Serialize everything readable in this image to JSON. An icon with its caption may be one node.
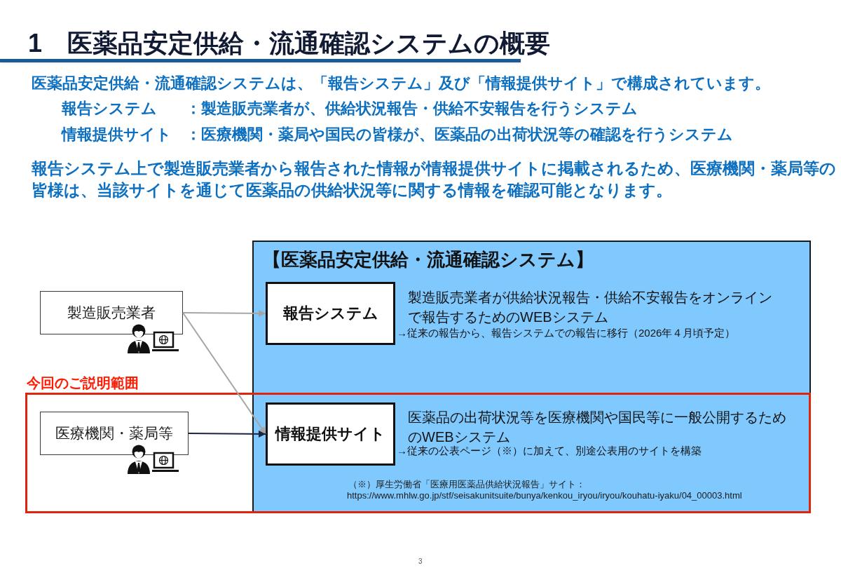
{
  "diagram": {
    "title": "1　医薬品安定供給・流通確認システムの概要",
    "nodes": [
      {
        "text": [
          "製造販売業者"
        ]
      },
      {
        "text": [
          "【医薬品安定供給・流通確認システム】"
        ]
      },
      {
        "text": [
          "報告システム"
        ],
        "in": 1,
        "beside": [
          "製造販売業者が供給状況報告・供給不安報告をオンラインで報告するためのWEBシステム",
          "→従来の報告から、報告システムでの報告に移行（2026年４月頃予定）"
        ]
      },
      {
        "text": [
          "今回のご説明範囲"
        ]
      },
      {
        "text": [
          "医療機関・薬局等"
        ],
        "in": 3
      },
      {
        "text": [
          "情報提供サイト"
        ],
        "beside": [
          "医薬品の出荷状況等を医療機関や国民等に一般公開するためのWEBシステム",
          "→従来の公表ページ（※）に加えて、別途公表用のサイトを構築"
        ]
      }
    ],
    "edges": [
      {
        "from": 0,
        "to": 2,
        "arrow": "to"
      },
      {
        "from": 0,
        "to": 5,
        "arrow": "to"
      },
      {
        "from": 4,
        "to": 5,
        "arrow": "to",
        "color": "#1c2540"
      }
    ],
    "labels": [
      "医薬品安定供給・流通確認システムは、「報告システム」及び「情報提供サイト」で構成されています。",
      "報告システム",
      "：製造販売業者が、供給状況報告・供給不安報告を行うシステム",
      "情報提供サイト",
      "：医療機関・薬局や国民の皆様が、医薬品の出荷状況等の確認を行うシステム",
      "報告システム上で製造販売業者から報告された情報が情報提供サイトに掲載されるため、医療機関・薬局等の皆様は、当該サイトを通じて医薬品の供給状況等に関する情報を確認可能となります。",
      "（※）厚生労働省「医療用医薬品供給状況報告」サイト：",
      "https://www.mhlw.go.jp/stf/seisakunitsuite/bunya/kenkou_iryou/iryou/kouhatu-iyaku/04_00003.html",
      "3"
    ]
  }
}
